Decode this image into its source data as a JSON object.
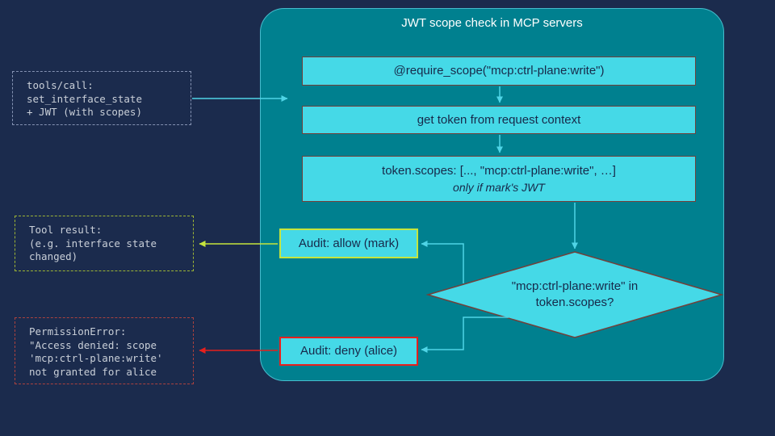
{
  "panel": {
    "title": "JWT scope check in MCP servers"
  },
  "flow": {
    "step1": "@require_scope(\"mcp:ctrl-plane:write\")",
    "step2": "get token from request context",
    "step3_line1": "token.scopes: [..., \"mcp:ctrl-plane:write\", …]",
    "step3_line2": "only if mark's JWT",
    "decision_line1": "\"mcp:ctrl-plane:write\" in",
    "decision_line2": "token.scopes?",
    "allow_label": "Audit: allow (mark)",
    "deny_label": "Audit: deny (alice)"
  },
  "notes": {
    "request": "tools/call:\nset_interface_state\n+ JWT (with scopes)",
    "result": "Tool result:\n(e.g. interface state\nchanged)",
    "error": "PermissionError:\n\"Access denied: scope\n'mcp:ctrl-plane:write'\nnot granted for alice"
  },
  "colors": {
    "background": "#1b2b4d",
    "panel_fill": "#00808f",
    "panel_border": "#46bccd",
    "node_fill": "#45d9e7",
    "node_border": "#73403a",
    "node_text": "#17294a",
    "arrow_cyan": "#4fd4e6",
    "allow_accent": "#c6e53c",
    "deny_accent": "#e8201d",
    "note_request_border": "#8492b2",
    "note_result_border": "#9db535",
    "note_error_border": "#ab423e",
    "title_text": "#ffffff",
    "note_text": "#c9cfd8"
  }
}
